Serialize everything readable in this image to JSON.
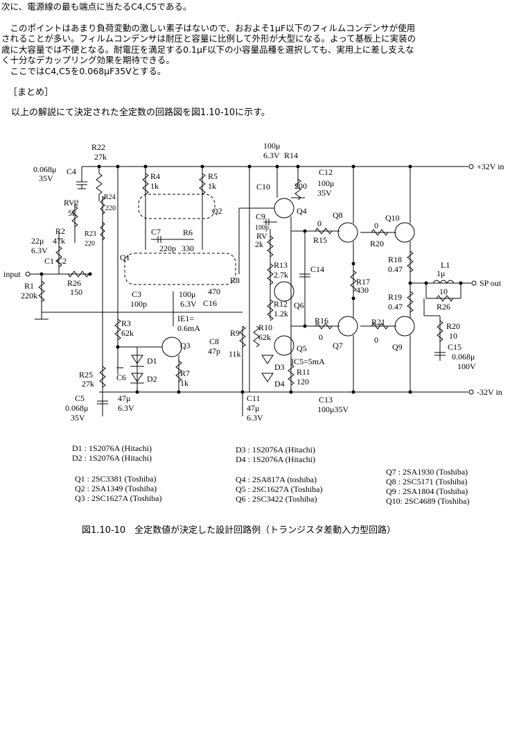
{
  "intro": {
    "line1": "次に、電源線の最も端点に当たるC4,C5である。",
    "line2": "　このポイントはあまり負荷変動の激しい素子はないので、おおよそ1μF以下のフィルムコンデンサが使用",
    "line3": "されることが多い。フィルムコンデンサは耐圧と容量に比例して外形が大型になる。よって基板上に実装の",
    "line4": "歳に大容量では不便となる。耐電圧を満足する0.1μF以下の小容量品種を選択しても、実用上に差し支えな",
    "line5": "く十分なデカップリング効果を期待できる。",
    "line6": "　ここではC4,C5を0.068μF35Vとする。"
  },
  "summary": {
    "heading": "［まとめ］",
    "text": "以上の解説にて決定された全定数の回路図を図1.10-10に示す。"
  },
  "schematic": {
    "rail_pos": "+32V in",
    "rail_neg": "-32V in",
    "input": "input",
    "output": "SP out",
    "labels": {
      "r22": "R22",
      "r22v": "27k",
      "c4": "C4",
      "c4v1": "0.068μ",
      "c4v2": "35V",
      "rv2": "RV2",
      "rv2v": "5k",
      "r24": "R24",
      "r24v": "220",
      "r23": "R23",
      "r23v": "220",
      "r2": "R2",
      "r2v": "47k",
      "c1v1": "22μ",
      "c1v2": "6.3V",
      "c1": "C1",
      "c2": "C2",
      "r1": "R1",
      "r1v": "220k",
      "r26a": "R26",
      "r26av": "150",
      "q1": "Q1",
      "q2": "Q2",
      "r4": "R4",
      "r4v": "1k",
      "r5": "R5",
      "r5v": "1k",
      "c7": "C7",
      "c7v": "220p",
      "r6": "R6",
      "r6v": "330",
      "c3": "C3",
      "c3v": "100p",
      "r8": "R8",
      "r8v": "470",
      "c16": "C16",
      "c16v1": "100μ",
      "c16v2": "6.3V",
      "ie1": "IE1=",
      "ie1v": "0.6mA",
      "r3": "R3",
      "r3v": "62k",
      "q3": "Q3",
      "d1": "D1",
      "d2": "D2",
      "c6": "C6",
      "c6v1": "47μ",
      "c6v2": "6.3V",
      "r7": "R7",
      "r7v": "1k",
      "r25": "R25",
      "r25v": "27k",
      "c5": "C5",
      "c5v1": "0.068μ",
      "c5v2": "35V",
      "c12v1": "100μ",
      "c12v2": "6.3V",
      "r14": "R14",
      "r14v": "200",
      "c12": "C12",
      "c12v3": "100μ",
      "c12v4": "35V",
      "c10": "C10",
      "q4": "Q4",
      "c9": "C9",
      "c9v": "100p",
      "rv": "RV",
      "rvv": "2k",
      "r13": "R13",
      "r13v": "2.7k",
      "q6": "Q6",
      "r12": "R12",
      "r12v": "1.2k",
      "c14": "C14",
      "r10": "R10",
      "r10v": "62k",
      "c8": "C8",
      "c8v": "47p",
      "r9": "R9",
      "r9v": "11k",
      "q5": "Q5",
      "d3": "D3",
      "d4": "D4",
      "ic5": "IC5=5mA",
      "r11": "R11",
      "r11v": "120",
      "c11": "C11",
      "c11v1": "47μ",
      "c11v2": "6.3V",
      "c13": "C13",
      "c13v": "100μ35V",
      "r15": "R15",
      "r15v": "0",
      "r16": "R16",
      "r16v": "0",
      "q8": "Q8",
      "q7": "Q7",
      "r17": "R17",
      "r17v": "430",
      "r20": "R20",
      "r20v": "0",
      "r21": "R21",
      "r21v": "0",
      "q10": "Q10",
      "q9": "Q9",
      "r18": "R18",
      "r18v": "0.47",
      "r19": "R19",
      "r19v": "0.47",
      "l1": "L1",
      "l1v": "1μ",
      "r26bv": "10",
      "r26b": "R26",
      "r20b": "R20",
      "r20bv": "10",
      "c15": "C15",
      "c15v1": "0.068μ",
      "c15v2": "100V"
    }
  },
  "parts": {
    "d1": "D1 : 1S2076A (Hitachi)",
    "d2": "D2 : 1S2076A (Hitachi)",
    "d3": "D3 : 1S2076A (Hitachi)",
    "d4": "D4 : 1S2076A (Hitachi)",
    "q1": "Q1 : 2SC3381 (Toshiba)",
    "q2": "Q2 : 2SA1349 (Toshiba)",
    "q3": "Q3 : 2SC1627A (Toshiba)",
    "q4": "Q4 : 2SA817A (toshiba)",
    "q5": "Q5 : 2SC1627A (Toshiba)",
    "q6": "Q6 : 2SC3422 (Toshiba)",
    "q7": "Q7 : 2SA1930 (Toshiba)",
    "q8": "Q8 : 2SC5171 (Toshiba)",
    "q9": "Q9 : 2SA1804 (Toshiba)",
    "q10": "Q10: 2SC4689 (Toshiba)"
  },
  "caption": "図1.10-10　全定数値が決定した設計回路例（トランジスタ差動入力型回路）"
}
